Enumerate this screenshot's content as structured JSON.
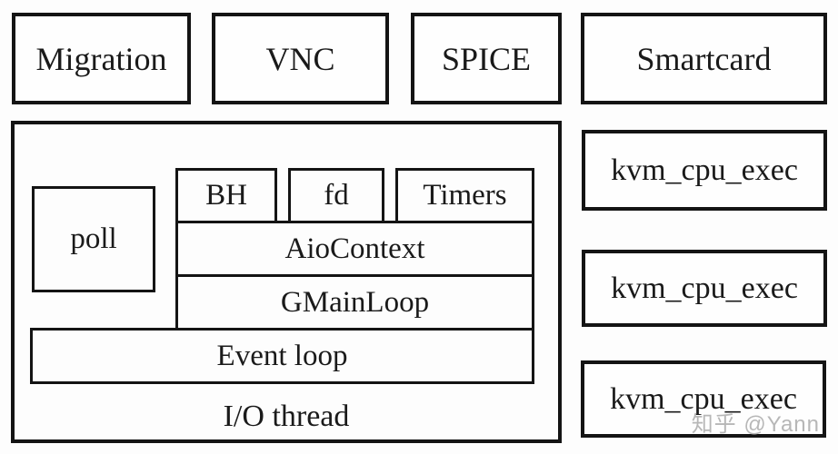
{
  "colors": {
    "border": "#141414",
    "background": "#ffffff",
    "text": "#1a1a1a",
    "watermark": "#b7b7b7"
  },
  "top_row": {
    "migration": "Migration",
    "vnc": "VNC",
    "spice": "SPICE",
    "smartcard": "Smartcard"
  },
  "io_thread": {
    "label": "I/O thread",
    "poll": "poll",
    "bh": "BH",
    "fd": "fd",
    "timers": "Timers",
    "aio_context": "AioContext",
    "gmain_loop": "GMainLoop",
    "event_loop": "Event loop"
  },
  "vcpu": {
    "kvm_1": "kvm_cpu_exec",
    "kvm_2": "kvm_cpu_exec",
    "kvm_3": "kvm_cpu_exec"
  },
  "watermark": "知乎 @Yann"
}
